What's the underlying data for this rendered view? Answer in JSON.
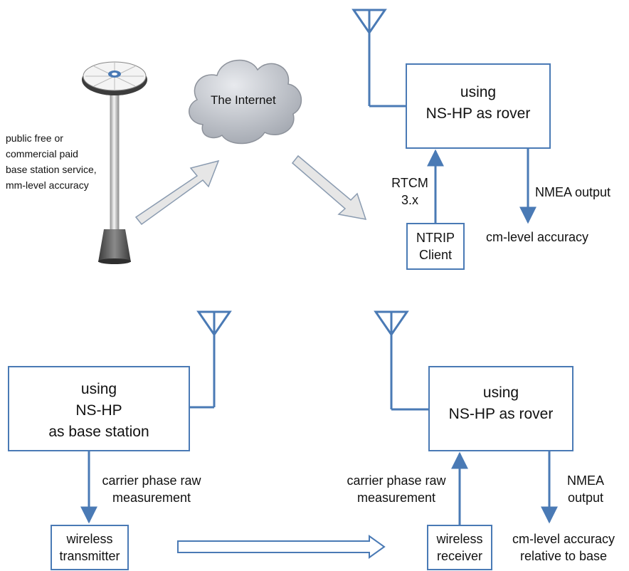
{
  "top": {
    "base_service_label": [
      "public free or",
      "commercial paid",
      "base station service,",
      "mm-level accuracy"
    ],
    "cloud_label": "The Internet",
    "rover_box": [
      "using",
      "NS-HP as rover"
    ],
    "rtcm_label": [
      "RTCM",
      "3.x"
    ],
    "ntrip_box": [
      "NTRIP",
      "Client"
    ],
    "nmea_label": "NMEA output",
    "accuracy_label": "cm-level accuracy"
  },
  "bottom": {
    "base_box": [
      "using",
      "NS-HP",
      "as base station"
    ],
    "base_raw_label": [
      "carrier phase raw",
      "measurement"
    ],
    "transmitter_box": [
      "wireless",
      "transmitter"
    ],
    "rover_box": [
      "using",
      "NS-HP as rover"
    ],
    "rover_raw_label": [
      "carrier phase raw",
      "measurement"
    ],
    "receiver_box": [
      "wireless",
      "receiver"
    ],
    "nmea_label": [
      "NMEA",
      "output"
    ],
    "accuracy_label": [
      "cm-level accuracy",
      "relative to base"
    ]
  },
  "colors": {
    "line_blue": "#4a7ab5",
    "arrow_fill": "#e6e6e6",
    "arrow_stroke": "#8a9bb0",
    "cloud_fill": "#b8bcc4",
    "pole": "#dcdcdc",
    "base": "#555555"
  }
}
